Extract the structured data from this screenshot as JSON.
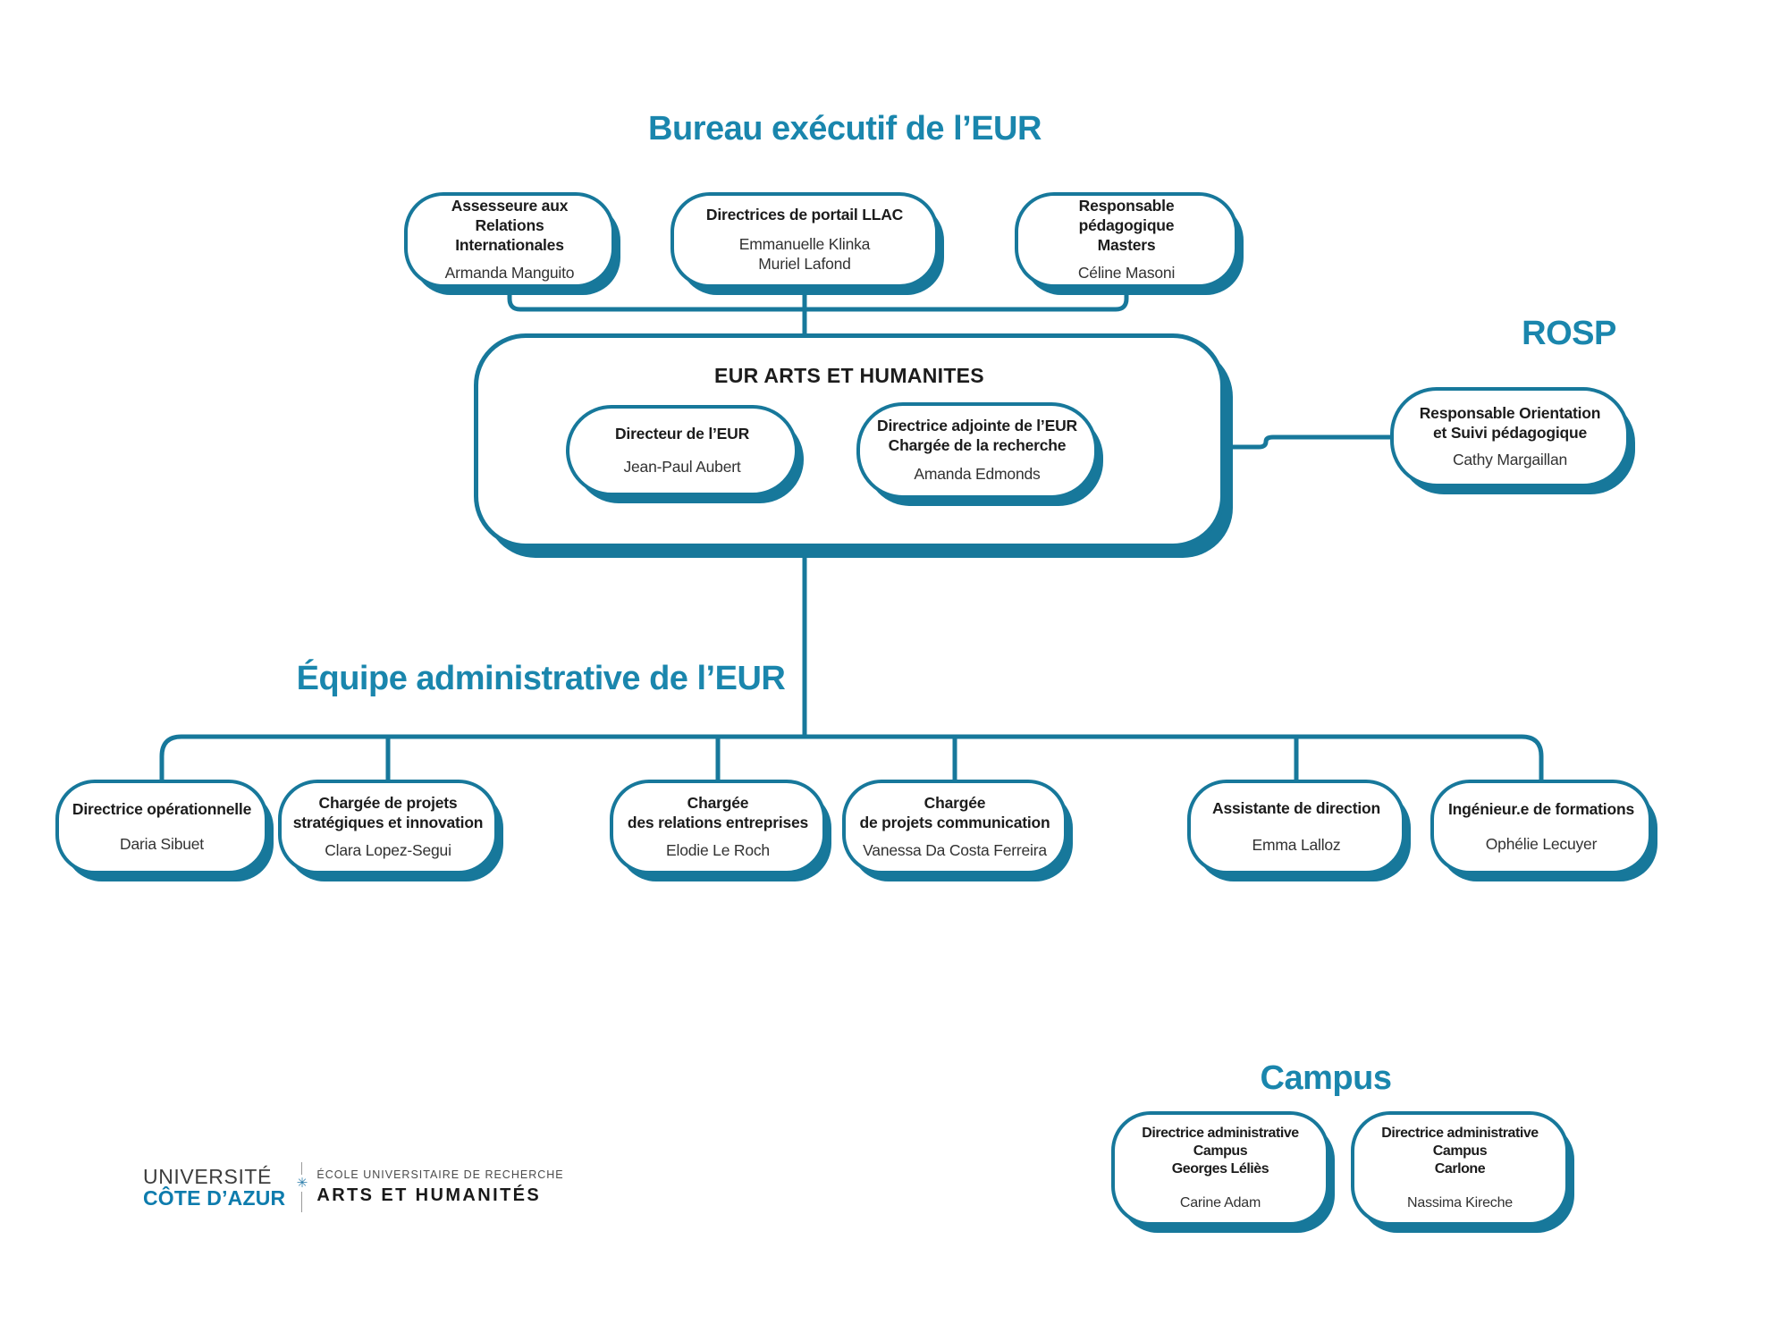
{
  "colors": {
    "line_teal": "#17789B",
    "title_teal": "#1A86AD",
    "logo_blue": "#0E7CAD",
    "text_dark": "#1c1c1c"
  },
  "sections": {
    "bureau": {
      "title": "Bureau exécutif de l’EUR",
      "boxes": [
        {
          "title": "Assesseure aux Relations\nInternationales",
          "name": "Armanda Manguito"
        },
        {
          "title": "Directrices de portail LLAC",
          "name": "Emmanuelle Klinka\nMuriel Lafond"
        },
        {
          "title": "Responsable pédagogique\nMasters",
          "name": "Céline Masoni"
        }
      ]
    },
    "eur": {
      "title": "EUR ARTS ET HUMANITES",
      "boxes": [
        {
          "title": "Directeur de l’EUR",
          "name": "Jean-Paul Aubert"
        },
        {
          "title": "Directrice adjointe de l’EUR\nChargée de la recherche",
          "name": "Amanda Edmonds"
        }
      ]
    },
    "rosp": {
      "title": "ROSP",
      "box": {
        "title": "Responsable Orientation\net Suivi pédagogique",
        "name": "Cathy Margaillan"
      }
    },
    "equipe": {
      "title": "Équipe administrative de l’EUR",
      "boxes": [
        {
          "title": "Directrice opérationnelle",
          "name": "Daria Sibuet"
        },
        {
          "title": "Chargée de projets\nstratégiques et innovation",
          "name": "Clara Lopez-Segui"
        },
        {
          "title": "Chargée\ndes relations entreprises",
          "name": "Elodie Le Roch"
        },
        {
          "title": "Chargée\nde projets communication",
          "name": "Vanessa Da Costa Ferreira"
        },
        {
          "title": "Assistante de direction",
          "name": "Emma Lalloz"
        },
        {
          "title": "Ingénieur.e de formations",
          "name": "Ophélie Lecuyer"
        }
      ]
    },
    "campus": {
      "title": "Campus",
      "boxes": [
        {
          "title": "Directrice administrative Campus\nGeorges Léliès",
          "name": "Carine Adam"
        },
        {
          "title": "Directrice administrative Campus\nCarlone",
          "name": "Nassima Kireche"
        }
      ]
    }
  },
  "logo": {
    "university_line1": "UNIVERSITÉ",
    "university_line2": "CÔTE D’AZUR",
    "mark_glyph": "✳",
    "school_line1": "ÉCOLE UNIVERSITAIRE DE RECHERCHE",
    "school_line2": "ARTS ET HUMANITÉS"
  }
}
